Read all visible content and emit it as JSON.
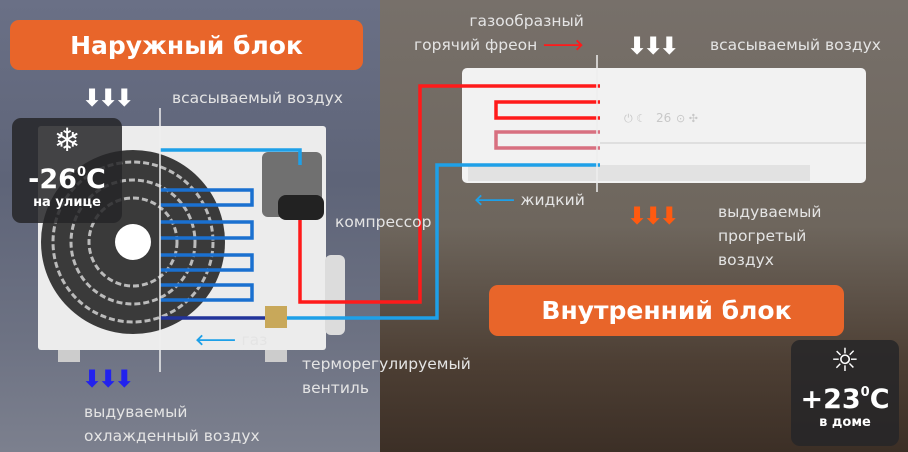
{
  "outdoor": {
    "title": "Наружный блок",
    "intake_label": "всасываемый воздух",
    "exhaust_label_line1": "выдуваемый",
    "exhaust_label_line2": "охлажденный воздух",
    "compressor_label": "компрессор",
    "gas_label": "газ",
    "valve_label_line1": "терморегулируемый",
    "valve_label_line2": "вентиль",
    "temperature": {
      "value": "-26",
      "unit": "C",
      "degree": "0",
      "caption": "на улице",
      "icon": "snowflake-icon"
    }
  },
  "indoor": {
    "title": "Внутренний блок",
    "hot_freon_line1": "газообразный",
    "hot_freon_line2": "горячий фреон",
    "intake_label": "всасываемый воздух",
    "liquid_label": "жидкий",
    "exhaust_label_line1": "выдуваемый",
    "exhaust_label_line2": "прогретый",
    "exhaust_label_line3": "воздух",
    "display_value": "26",
    "temperature": {
      "value": "+23",
      "unit": "C",
      "degree": "0",
      "caption": "в доме",
      "icon": "sun-icon"
    }
  },
  "colors": {
    "accent": "#e8652a",
    "hot_pipe": "#ff1a1a",
    "cold_pipe": "#1ea0e8",
    "cold_air": "#1a1aff",
    "warm_air": "#ff5a10"
  }
}
